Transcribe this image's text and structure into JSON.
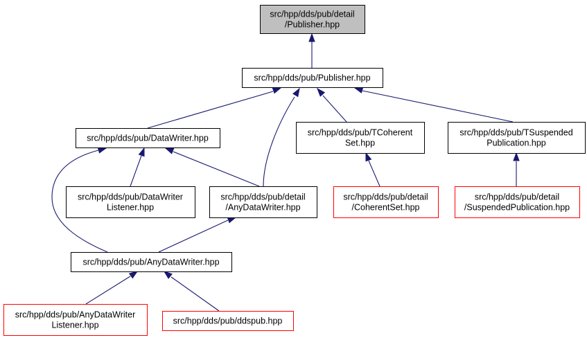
{
  "colors": {
    "edge": "#191970",
    "normal_border": "#000000",
    "incomplete_border": "#ff0000",
    "highlight_fill": "#bfbfbf",
    "fill": "#ffffff"
  },
  "nodes": [
    {
      "id": "detail_publisher",
      "lines": [
        "src/hpp/dds/pub/detail",
        "/Publisher.hpp"
      ],
      "style": "highlight"
    },
    {
      "id": "publisher",
      "lines": [
        "src/hpp/dds/pub/Publisher.hpp"
      ],
      "style": "normal"
    },
    {
      "id": "datawriter",
      "lines": [
        "src/hpp/dds/pub/DataWriter.hpp"
      ],
      "style": "normal"
    },
    {
      "id": "tcoherentset",
      "lines": [
        "src/hpp/dds/pub/TCoherent",
        "Set.hpp"
      ],
      "style": "normal"
    },
    {
      "id": "tsuspended",
      "lines": [
        "src/hpp/dds/pub/TSuspended",
        "Publication.hpp"
      ],
      "style": "normal"
    },
    {
      "id": "datawriterlistener",
      "lines": [
        "src/hpp/dds/pub/DataWriter",
        "Listener.hpp"
      ],
      "style": "normal"
    },
    {
      "id": "detail_anydatawriter",
      "lines": [
        "src/hpp/dds/pub/detail",
        "/AnyDataWriter.hpp"
      ],
      "style": "normal"
    },
    {
      "id": "detail_coherentset",
      "lines": [
        "src/hpp/dds/pub/detail",
        "/CoherentSet.hpp"
      ],
      "style": "incomplete"
    },
    {
      "id": "detail_suspended",
      "lines": [
        "src/hpp/dds/pub/detail",
        "/SuspendedPublication.hpp"
      ],
      "style": "incomplete"
    },
    {
      "id": "anydatawriter",
      "lines": [
        "src/hpp/dds/pub/AnyDataWriter.hpp"
      ],
      "style": "normal"
    },
    {
      "id": "anydatawriterlistener",
      "lines": [
        "src/hpp/dds/pub/AnyDataWriter",
        "Listener.hpp"
      ],
      "style": "incomplete"
    },
    {
      "id": "ddspub",
      "lines": [
        "src/hpp/dds/pub/ddspub.hpp"
      ],
      "style": "incomplete"
    }
  ],
  "edges": [
    {
      "from": "publisher",
      "to": "detail_publisher"
    },
    {
      "from": "datawriter",
      "to": "publisher"
    },
    {
      "from": "detail_anydatawriter",
      "to": "publisher"
    },
    {
      "from": "tcoherentset",
      "to": "publisher"
    },
    {
      "from": "tsuspended",
      "to": "publisher"
    },
    {
      "from": "datawriterlistener",
      "to": "datawriter"
    },
    {
      "from": "detail_anydatawriter",
      "to": "datawriter"
    },
    {
      "from": "anydatawriter",
      "to": "datawriter"
    },
    {
      "from": "detail_coherentset",
      "to": "tcoherentset"
    },
    {
      "from": "detail_suspended",
      "to": "tsuspended"
    },
    {
      "from": "anydatawriter",
      "to": "detail_anydatawriter"
    },
    {
      "from": "anydatawriterlistener",
      "to": "anydatawriter"
    },
    {
      "from": "ddspub",
      "to": "anydatawriter"
    }
  ]
}
